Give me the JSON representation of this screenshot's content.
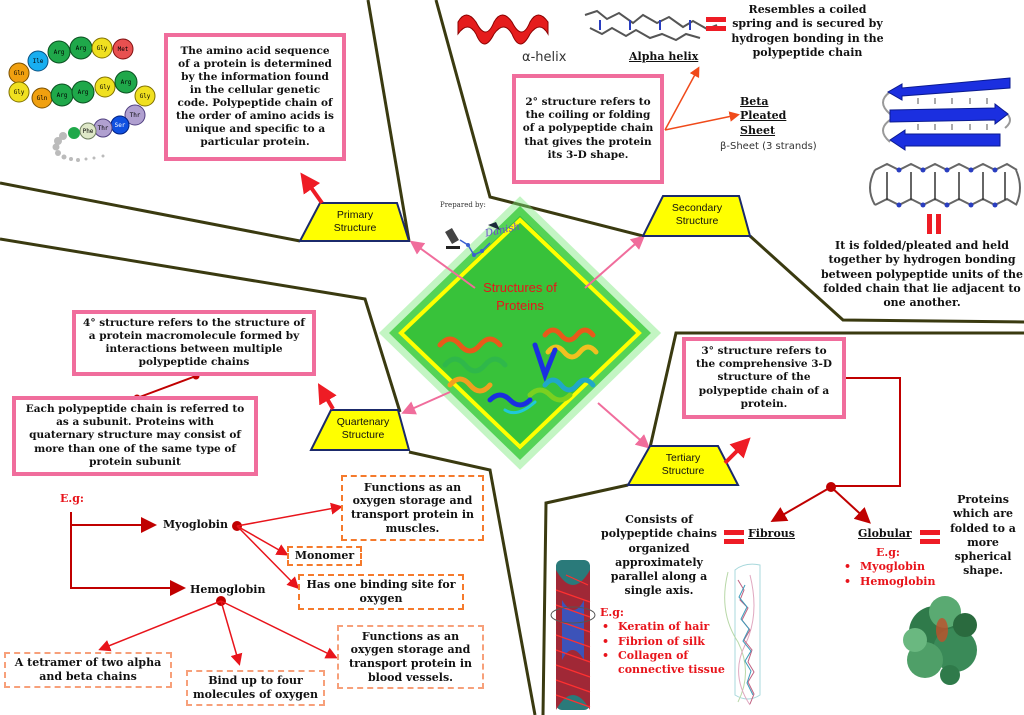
{
  "center": {
    "title_line1": "Structures of",
    "title_line2": "Proteins",
    "prepared_by": "Prepared by:",
    "author": "Danish"
  },
  "nodes": {
    "primary": {
      "line1": "Primary",
      "line2": "Structure"
    },
    "secondary": {
      "line1": "Secondary",
      "line2": "Structure"
    },
    "tertiary": {
      "line1": "Tertiary",
      "line2": "Structure"
    },
    "quaternary": {
      "line1": "Quartenary",
      "line2": "Structure"
    }
  },
  "primary": {
    "description": "The amino acid sequence of a protein is determined by the information found in the cellular genetic code. Polypeptide chain of the order of amino acids is unique and specific to a particular protein.",
    "amino_acids_row1": [
      "Gln",
      "Ile",
      "Arg",
      "Arg",
      "Gly",
      "Met"
    ],
    "amino_acids_row2": [
      "Gly",
      "Gln",
      "Arg",
      "Arg",
      "Gly",
      "Arg",
      "Gly"
    ],
    "amino_acids_row3": [
      "Thr",
      "Ser",
      "Thr",
      "Phe"
    ]
  },
  "secondary": {
    "description": "2° structure refers to the coiling or folding of a polypeptide chain that gives the protein its 3-D shape.",
    "alpha_image_label": "α-helix",
    "alpha_label": "Alpha helix",
    "alpha_description": "Resembles a coiled spring and is secured by hydrogen bonding in the polypeptide chain",
    "beta_label_line1": "Beta",
    "beta_label_line2": "Pleated",
    "beta_label_line3": "Sheet",
    "beta_image_label": "β-Sheet (3 strands)",
    "beta_description": "It is folded/pleated and held together by hydrogen bonding between polypeptide units of the folded chain that lie adjacent to one another."
  },
  "tertiary": {
    "description": "3° structure refers to the comprehensive 3-D structure of the polypeptide chain of a protein.",
    "fibrous_label": "Fibrous",
    "fibrous_description": "Consists of polypeptide chains organized approximately parallel along a single axis.",
    "fibrous_eg": "E.g:",
    "fibrous_examples": [
      "Keratin of hair",
      "Fibrion of silk",
      "Collagen of connective tissue"
    ],
    "globular_label": "Globular",
    "globular_description": "Proteins which are folded to a more spherical shape.",
    "globular_eg": "E.g:",
    "globular_examples": [
      "Myoglobin",
      "Hemoglobin"
    ]
  },
  "quaternary": {
    "description": "4° structure refers to the structure of a protein macromolecule formed by interactions between multiple polypeptide chains",
    "subunit_description": "Each polypeptide chain is referred to as a subunit. Proteins with quaternary structure may consist of more than one of the same type of protein subunit",
    "eg": "E.g:",
    "myoglobin": "Myoglobin",
    "hemoglobin": "Hemoglobin",
    "myoglobin_function": "Functions as an oxygen storage and transport protein in muscles.",
    "myoglobin_type": "Monomer",
    "myoglobin_binding": "Has one binding site for oxygen",
    "hemoglobin_structure": "A tetramer of two alpha and beta chains",
    "hemoglobin_binding": "Bind up to four molecules of oxygen",
    "hemoglobin_function": "Functions as an oxygen storage and transport protein in blood vessels."
  },
  "colors": {
    "node_fill": "#ffff00",
    "node_border": "#1b2a6b",
    "pink_border": "#f06d9c",
    "dashed_border": "#f57a2c",
    "accent_red": "#e8141b",
    "center_green": "#38c23a",
    "divider": "#3a3a10"
  }
}
